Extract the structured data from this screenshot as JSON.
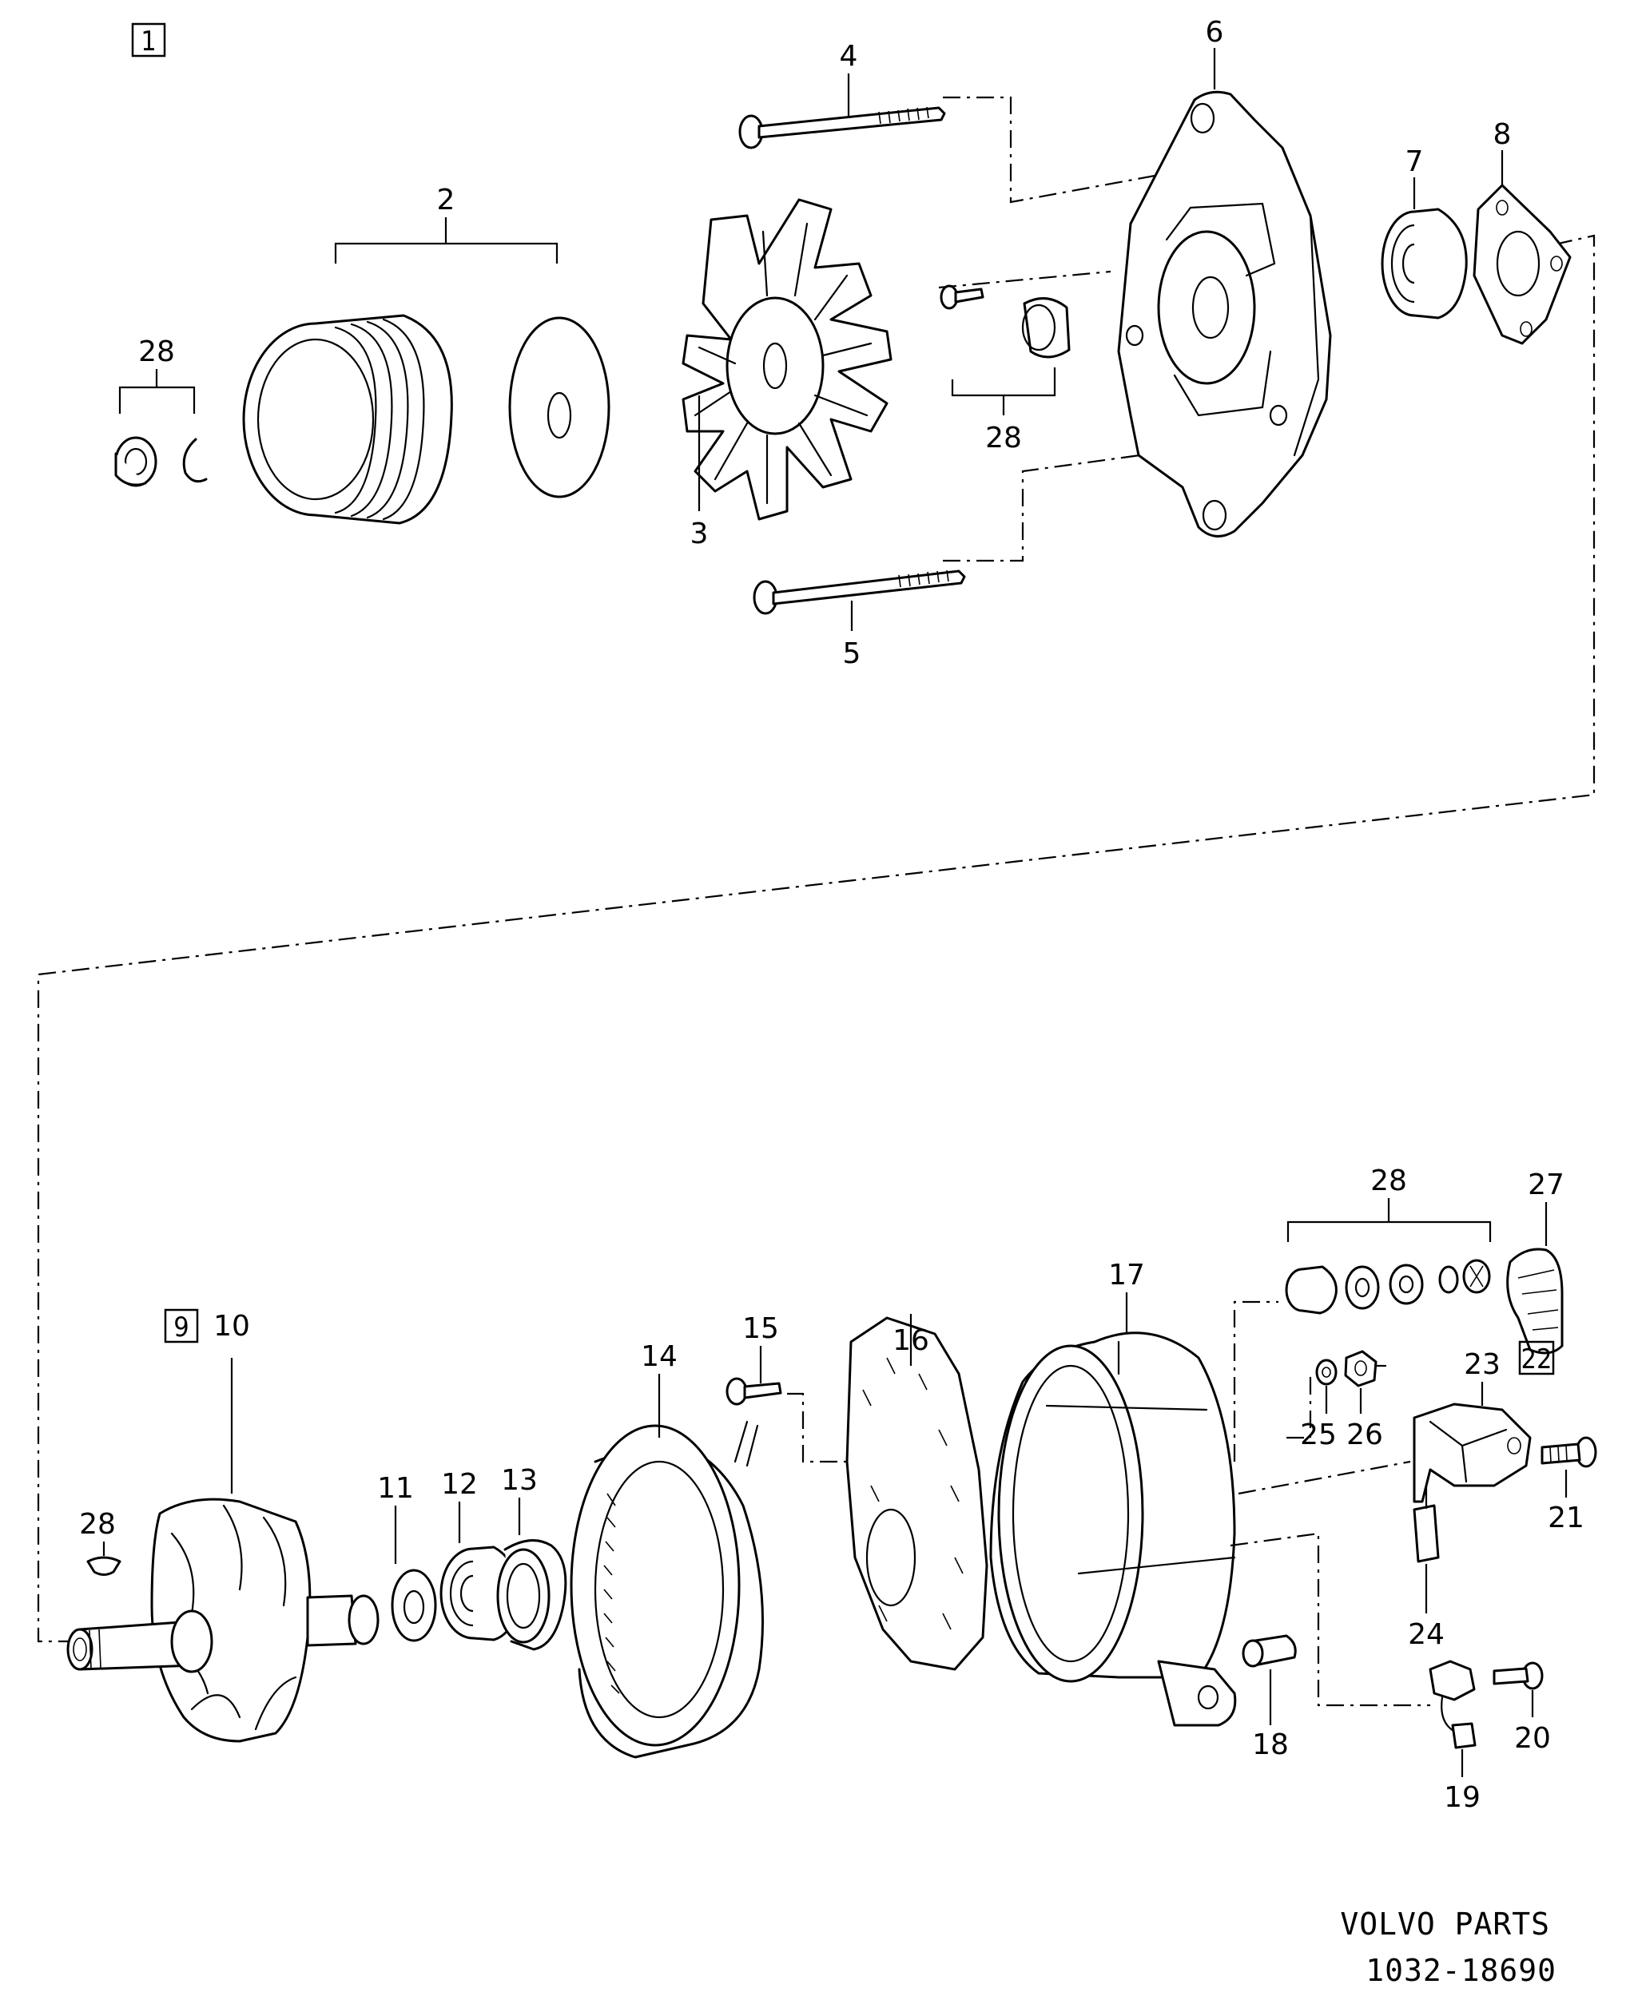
{
  "diagram": {
    "section_tags": [
      "1",
      "9",
      "22"
    ],
    "callouts": [
      {
        "id": "c4",
        "text": "4"
      },
      {
        "id": "c6",
        "text": "6"
      },
      {
        "id": "c2",
        "text": "2"
      },
      {
        "id": "c7",
        "text": "7"
      },
      {
        "id": "c8",
        "text": "8"
      },
      {
        "id": "c28a",
        "text": "28"
      },
      {
        "id": "c3",
        "text": "3"
      },
      {
        "id": "c28b",
        "text": "28"
      },
      {
        "id": "c5",
        "text": "5"
      },
      {
        "id": "c28c",
        "text": "28"
      },
      {
        "id": "c27",
        "text": "27"
      },
      {
        "id": "c17",
        "text": "17"
      },
      {
        "id": "c15",
        "text": "15"
      },
      {
        "id": "c16",
        "text": "16"
      },
      {
        "id": "c14",
        "text": "14"
      },
      {
        "id": "c22",
        "text": "22"
      },
      {
        "id": "c23",
        "text": "23"
      },
      {
        "id": "c10",
        "text": "10"
      },
      {
        "id": "c11",
        "text": "11"
      },
      {
        "id": "c12",
        "text": "12"
      },
      {
        "id": "c13",
        "text": "13"
      },
      {
        "id": "c25",
        "text": "25"
      },
      {
        "id": "c26",
        "text": "26"
      },
      {
        "id": "c28d",
        "text": "28"
      },
      {
        "id": "c21",
        "text": "21"
      },
      {
        "id": "c24",
        "text": "24"
      },
      {
        "id": "c18",
        "text": "18"
      },
      {
        "id": "c20",
        "text": "20"
      },
      {
        "id": "c19",
        "text": "19"
      }
    ],
    "footer": {
      "brand": "VOLVO PARTS",
      "reference": "1032-18690"
    }
  }
}
